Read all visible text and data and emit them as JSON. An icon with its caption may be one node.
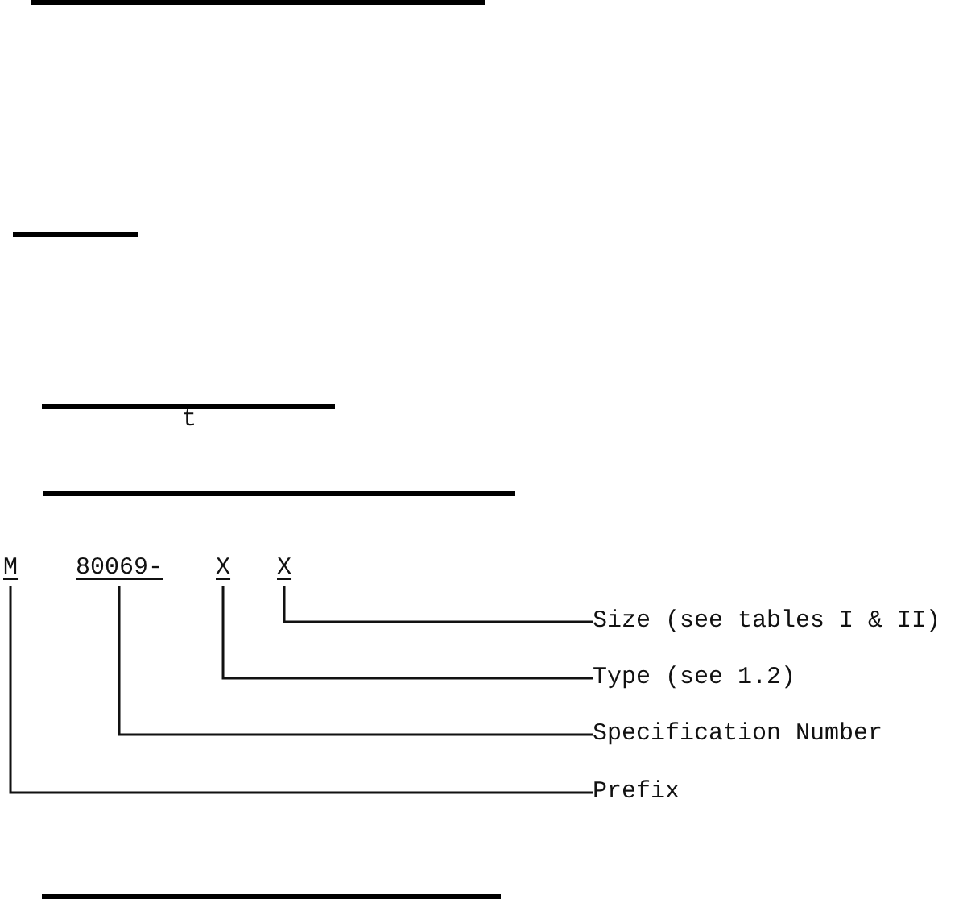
{
  "diagram": {
    "nodes": [
      {
        "text": [
          "M"
        ]
      },
      {
        "text": [
          "80069-"
        ]
      },
      {
        "text": [
          "X"
        ]
      },
      {
        "text": [
          "X"
        ]
      },
      {
        "text": [
          "Size (see tables I & II)"
        ]
      },
      {
        "text": [
          "Type (see 1.2)"
        ]
      },
      {
        "text": [
          "Specification Number"
        ]
      },
      {
        "text": [
          "Prefix"
        ]
      }
    ],
    "edges": [
      {
        "from": 3,
        "to": 4,
        "arrow": "none"
      },
      {
        "from": 2,
        "to": 5,
        "arrow": "none"
      },
      {
        "from": 1,
        "to": 6,
        "arrow": "none"
      },
      {
        "from": 0,
        "to": 7,
        "arrow": "none"
      }
    ],
    "labels": [
      "t"
    ]
  }
}
